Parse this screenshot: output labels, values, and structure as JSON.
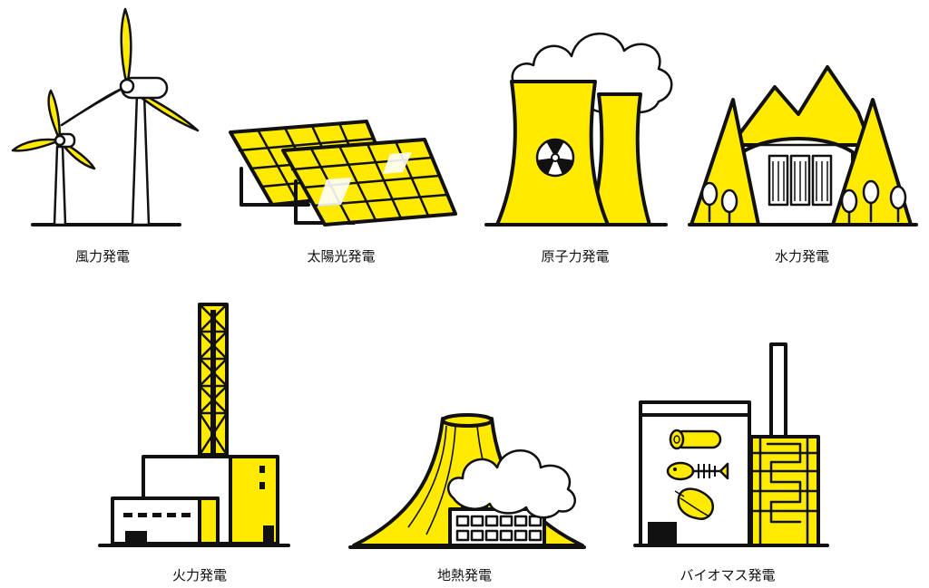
{
  "colors": {
    "accent": "#ffea00",
    "ink": "#111111",
    "background": "#ffffff"
  },
  "items": [
    {
      "label": "風力発電",
      "icon": "wind-turbine-icon"
    },
    {
      "label": "太陽光発電",
      "icon": "solar-panel-icon"
    },
    {
      "label": "原子力発電",
      "icon": "nuclear-plant-icon"
    },
    {
      "label": "水力発電",
      "icon": "hydro-dam-icon"
    },
    {
      "label": "火力発電",
      "icon": "thermal-plant-icon"
    },
    {
      "label": "地熱発電",
      "icon": "geothermal-plant-icon"
    },
    {
      "label": "バイオマス発電",
      "icon": "biomass-plant-icon"
    }
  ]
}
